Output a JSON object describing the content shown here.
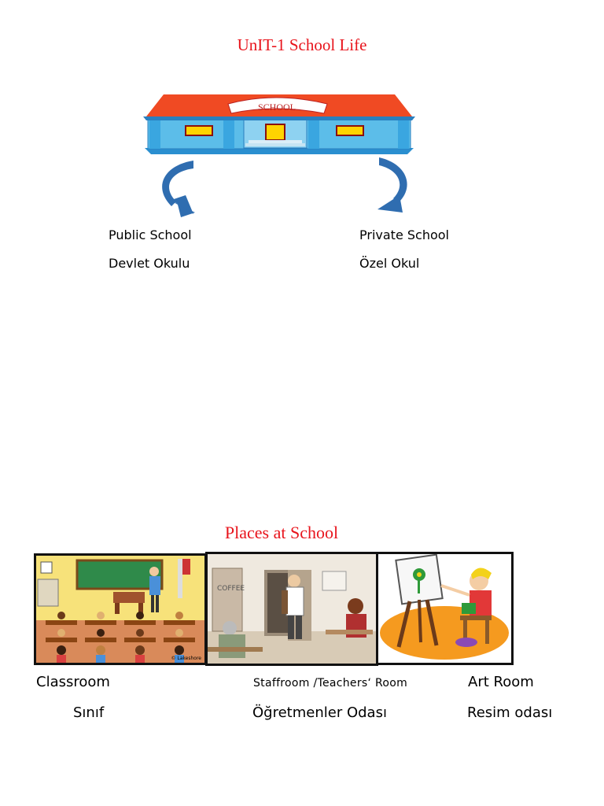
{
  "header": {
    "title": "UnIT-1 School Life"
  },
  "school_illustration": {
    "sign_text": "SCHOOL"
  },
  "school_types": {
    "public": {
      "en": "Public School",
      "tr": "Devlet Okulu"
    },
    "private": {
      "en": "Private School",
      "tr": "Özel Okul"
    }
  },
  "places": {
    "heading": "Places at School",
    "items": [
      {
        "en": "Classroom",
        "tr": "Sınıf"
      },
      {
        "en": "Staffroom /Teachers‘ Room",
        "tr": "Öğretmenler Odası"
      },
      {
        "en": "Art Room",
        "tr": "Resim odası"
      }
    ],
    "classroom_credit": "© Lakeshore",
    "staffroom_sign": "COFFEE"
  },
  "colors": {
    "title_red": "#e8141c",
    "arrow_blue": "#2f6db0",
    "roof_red": "#f04a23"
  }
}
